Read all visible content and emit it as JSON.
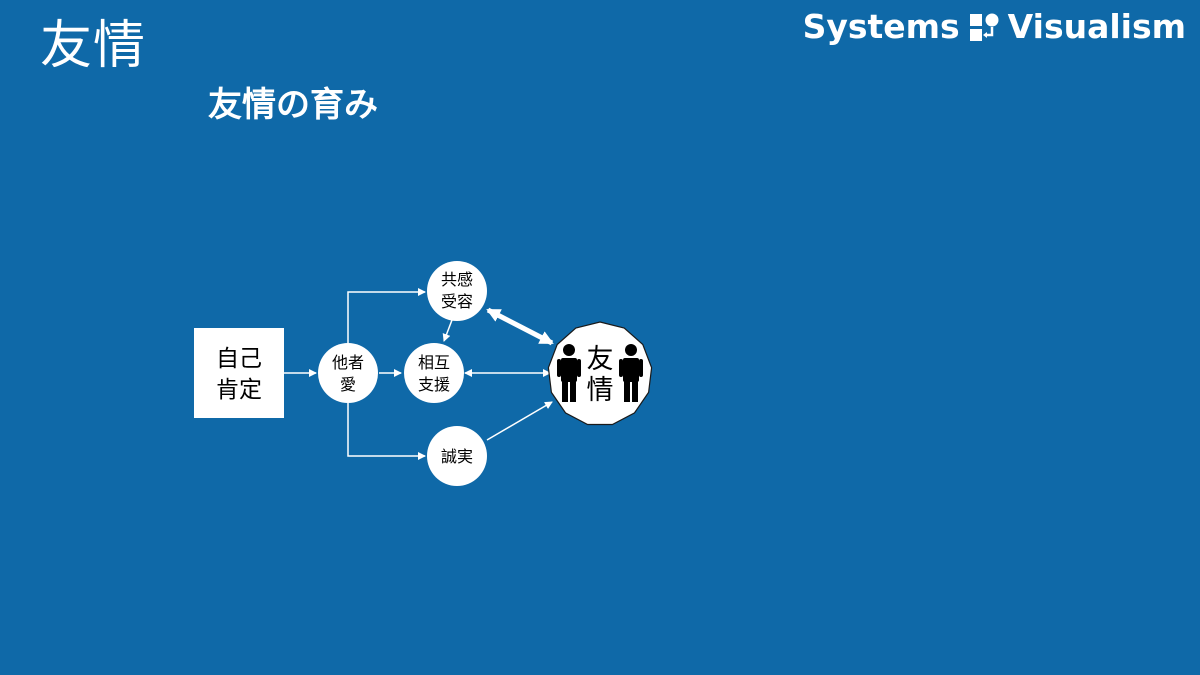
{
  "slide": {
    "title": "友情",
    "subtitle": "友情の育み"
  },
  "brand": {
    "left": "Systems",
    "right": "Visualism",
    "logo_icon": "flow-logo-icon"
  },
  "colors": {
    "background": "#0f69a8",
    "node_fill": "#ffffff",
    "text_dark": "#000000",
    "arrow": "#ffffff"
  },
  "diagram": {
    "nodes": {
      "self_affirmation": {
        "line1": "自己",
        "line2": "肯定"
      },
      "love_for_others": {
        "line1": "他者",
        "line2": "愛"
      },
      "empathy_acceptance": {
        "line1": "共感",
        "line2": "受容"
      },
      "mutual_support": {
        "line1": "相互",
        "line2": "支援"
      },
      "sincerity": {
        "line1": "誠実"
      },
      "friendship": {
        "line1": "友",
        "line2": "情",
        "icons": [
          "person-icon",
          "person-icon"
        ]
      }
    }
  }
}
